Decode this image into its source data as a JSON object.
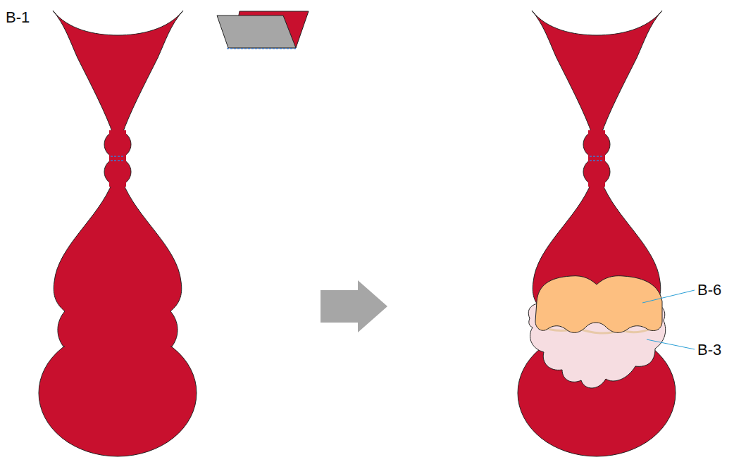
{
  "diagram": {
    "labels": [
      "B-1",
      "B-6",
      "B-3"
    ]
  }
}
